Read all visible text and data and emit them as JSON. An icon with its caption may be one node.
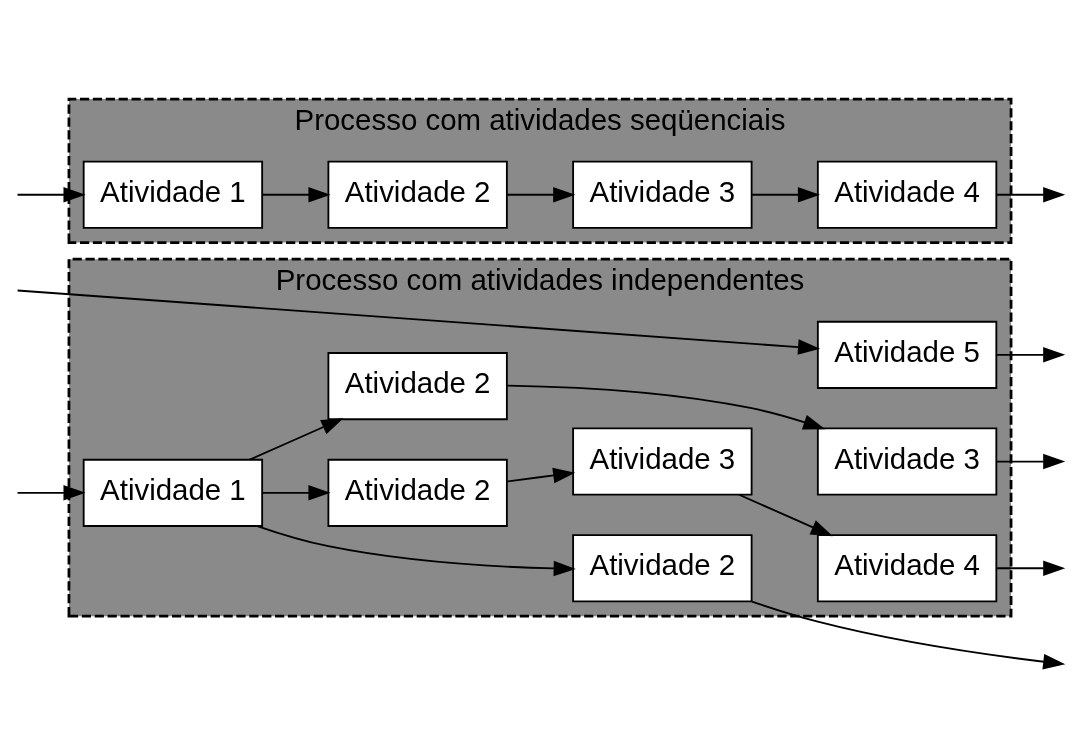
{
  "diagram": {
    "nodes": [
      {
        "text": [
          "Processo com atividades seqüenciais"
        ]
      },
      {
        "text": [
          "Atividade 1"
        ],
        "in": 0
      },
      {
        "text": [
          "Atividade 2"
        ],
        "in": 0
      },
      {
        "text": [
          "Atividade 3"
        ],
        "in": 0
      },
      {
        "text": [
          "Atividade 4"
        ],
        "in": 0
      },
      {
        "text": [
          "Processo com atividades independentes"
        ]
      },
      {
        "text": [
          "Atividade 1"
        ],
        "in": 5
      },
      {
        "text": [
          "Atividade 2"
        ],
        "in": 5
      },
      {
        "text": [
          "Atividade 3"
        ],
        "in": 5
      },
      {
        "text": [
          "Atividade 4"
        ],
        "in": 5
      },
      {
        "text": [
          "Atividade 2"
        ],
        "in": 5
      },
      {
        "text": [
          "Atividade 3"
        ],
        "in": 5
      },
      {
        "text": [
          "Atividade 2"
        ],
        "in": 5
      },
      {
        "text": [
          "Atividade 5"
        ],
        "in": 5
      }
    ],
    "edges": [
      {
        "from": null,
        "to": 1,
        "arrow": "to"
      },
      {
        "from": 1,
        "to": 2,
        "arrow": "to"
      },
      {
        "from": 2,
        "to": 3,
        "arrow": "to"
      },
      {
        "from": 3,
        "to": 4,
        "arrow": "to"
      },
      {
        "from": 4,
        "to": null,
        "arrow": "to"
      },
      {
        "from": null,
        "to": 6,
        "arrow": "to"
      },
      {
        "from": 6,
        "to": 7,
        "arrow": "to"
      },
      {
        "from": 7,
        "to": 8,
        "arrow": "to"
      },
      {
        "from": 8,
        "to": 9,
        "arrow": "to"
      },
      {
        "from": 9,
        "to": null,
        "arrow": "to"
      },
      {
        "from": 6,
        "to": 10,
        "arrow": "to"
      },
      {
        "from": 10,
        "to": 11,
        "arrow": "to"
      },
      {
        "from": 11,
        "to": null,
        "arrow": "to"
      },
      {
        "from": 6,
        "to": 12,
        "arrow": "to"
      },
      {
        "from": 12,
        "to": null,
        "arrow": "to"
      },
      {
        "from": null,
        "to": 13,
        "arrow": "to"
      },
      {
        "from": 13,
        "to": null,
        "arrow": "to"
      }
    ]
  }
}
